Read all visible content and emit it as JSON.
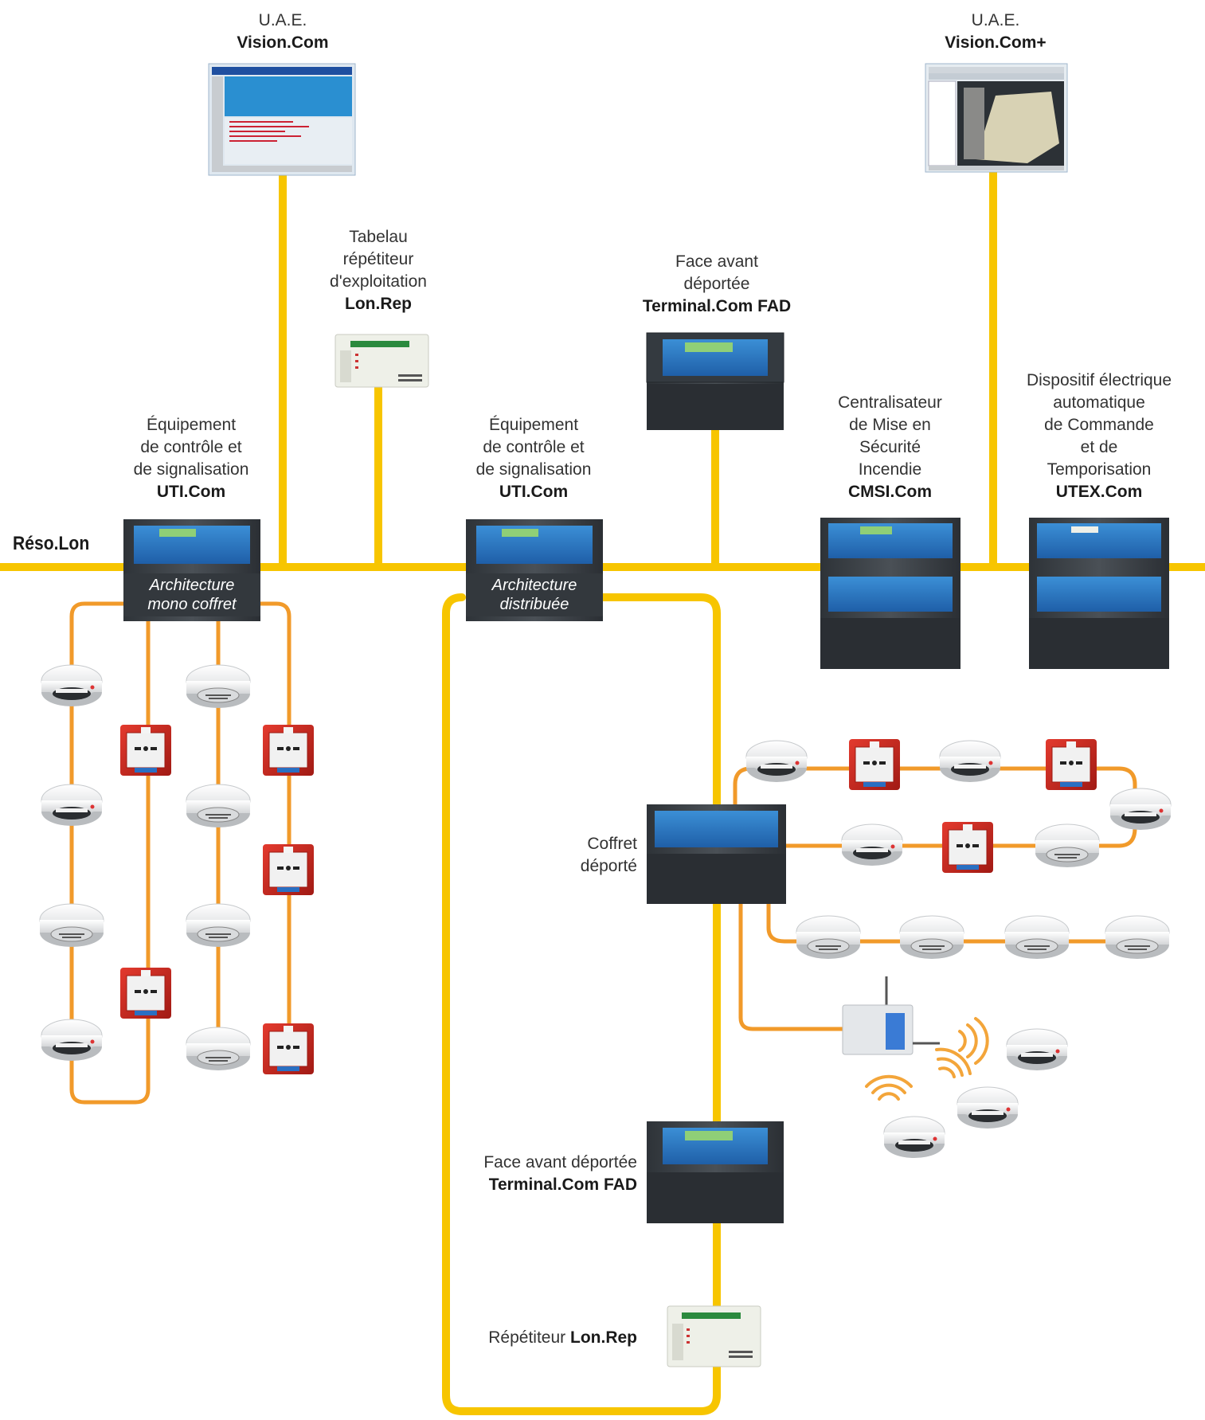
{
  "network": {
    "name": "Réso.Lon"
  },
  "uae_left": {
    "line1": "U.A.E.",
    "line2": "Vision.Com"
  },
  "uae_right": {
    "line1": "U.A.E.",
    "line2": "Vision.Com+"
  },
  "lonrep_top": {
    "lines": [
      "Tabelau",
      "répétiteur",
      "d'exploitation"
    ],
    "name": "Lon.Rep"
  },
  "fad_top": {
    "lines": [
      "Face avant",
      "déportée"
    ],
    "name": "Terminal.Com FAD"
  },
  "uti_left": {
    "lines": [
      "Équipement",
      "de contrôle et",
      "de signalisation"
    ],
    "name": "UTI.Com",
    "badge": [
      "Architecture",
      "mono coffret"
    ]
  },
  "uti_center": {
    "lines": [
      "Équipement",
      "de contrôle et",
      "de signalisation"
    ],
    "name": "UTI.Com",
    "badge": [
      "Architecture",
      "distribuée"
    ]
  },
  "cmsi": {
    "lines": [
      "Centralisateur",
      "de Mise en",
      "Sécurité",
      "Incendie"
    ],
    "name": "CMSI.Com"
  },
  "utex": {
    "lines": [
      "Dispositif électrique",
      "automatique",
      "de Commande",
      "et de",
      "Temporisation"
    ],
    "name": "UTEX.Com"
  },
  "coffret": {
    "lines": [
      "Coffret",
      "déporté"
    ]
  },
  "fad_bottom": {
    "line1": "Face avant déportée",
    "name": "Terminal.Com FAD"
  },
  "lonrep_bottom": {
    "prefix": "Répétiteur ",
    "name": "Lon.Rep"
  },
  "colors": {
    "bus": "#f7c500",
    "loop": "#f19a2a",
    "cabinet": "#3a3f44",
    "panel": "#1f5fa8"
  }
}
